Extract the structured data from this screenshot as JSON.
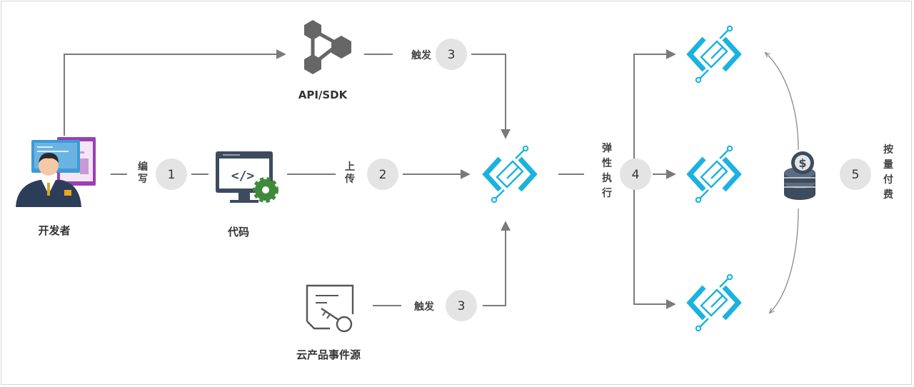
{
  "nodes": {
    "developer": {
      "label": "开发者",
      "icon": "developer-icon"
    },
    "api_sdk": {
      "label": "API/SDK",
      "icon": "api-network-icon"
    },
    "code": {
      "label": "代码",
      "icon": "code-monitor-icon"
    },
    "cloud_event": {
      "label": "云产品事件源",
      "icon": "event-key-icon"
    },
    "fc_center": {
      "icon": "function-compute-icon"
    },
    "fc_instances": {
      "icon": "function-compute-icon"
    },
    "billing": {
      "icon": "coins-icon"
    }
  },
  "steps": {
    "write": {
      "number": "1",
      "label": "编写"
    },
    "upload": {
      "number": "2",
      "label": "上传"
    },
    "trigger_api": {
      "number": "3",
      "label": "触发"
    },
    "trigger_event": {
      "number": "3",
      "label": "触发"
    },
    "elastic": {
      "number": "4",
      "label": "弹性执行"
    },
    "billing": {
      "number": "5",
      "label": "按量付费"
    }
  },
  "colors": {
    "accent": "#1ab2e0",
    "arrow": "#7a7a7a",
    "step_circle": "#e4e4e4",
    "icon_dark": "#3d4b5e",
    "icon_grey": "#666666",
    "developer_blue": "#3f9ad6",
    "developer_purple": "#9b3fb5",
    "gear_green": "#3f8a3a",
    "gold": "#e8a91c"
  }
}
